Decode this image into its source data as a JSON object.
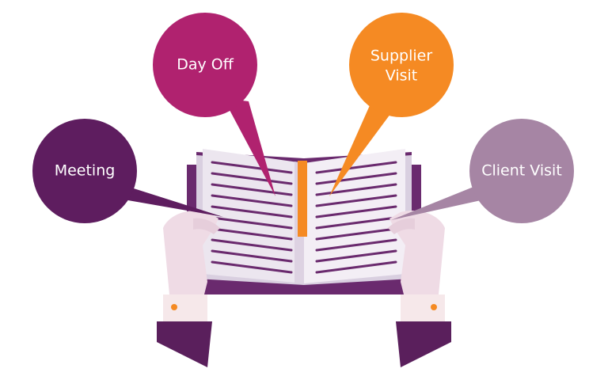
{
  "bubbles": {
    "meeting": {
      "line1": "Meeting"
    },
    "day_off": {
      "line1": "Day Off"
    },
    "supplier_visit": {
      "line1": "Supplier",
      "line2": "Visit"
    },
    "client_visit": {
      "line1": "Client Visit"
    }
  },
  "colors": {
    "meeting": "#5e1d5f",
    "day_off": "#b0226f",
    "supplier_visit": "#f58a23",
    "client_visit": "#a685a4",
    "book_cover": "#6a2a6e",
    "book_page": "#ece6ef",
    "book_lines": "#6a2a6e",
    "bookmark": "#f58a23",
    "sleeve": "#5a1f5c",
    "cuff": "#f6e8ea",
    "hand": "#efdbe5"
  },
  "icons": [
    "open-book-icon",
    "bookmark-icon",
    "left-hand-icon",
    "right-hand-icon"
  ]
}
